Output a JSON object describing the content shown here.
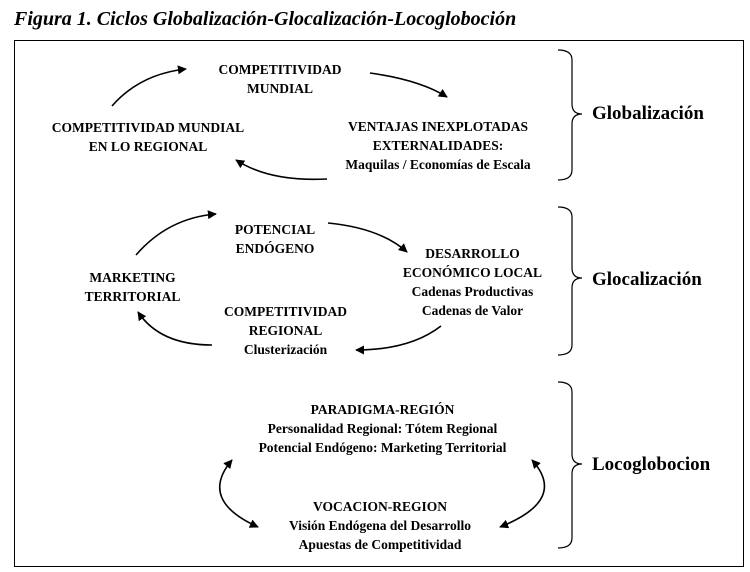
{
  "title": "Figura 1. Ciclos Globalización-Glocalización-Locogloboción",
  "sections": [
    {
      "label": "Globalización",
      "nodes": {
        "top": [
          "COMPETITIVIDAD",
          "MUNDIAL"
        ],
        "right": [
          "VENTAJAS INEXPLOTADAS",
          "EXTERNALIDADES:",
          "Maquilas / Economías de Escala"
        ],
        "left": [
          "COMPETITIVIDAD MUNDIAL",
          "EN LO REGIONAL"
        ]
      }
    },
    {
      "label": "Glocalización",
      "nodes": {
        "top": [
          "POTENCIAL",
          "ENDÓGENO"
        ],
        "right": [
          "DESARROLLO",
          "ECONÓMICO LOCAL",
          "Cadenas Productivas",
          "Cadenas de Valor"
        ],
        "bottom": [
          "COMPETITIVIDAD",
          "REGIONAL",
          "Clusterización"
        ],
        "left": [
          "MARKETING",
          "TERRITORIAL"
        ]
      }
    },
    {
      "label": "Locoglobocion",
      "nodes": {
        "top": [
          "PARADIGMA-REGIÓN",
          "Personalidad Regional: Tótem Regional",
          "Potencial Endógeno: Marketing Territorial"
        ],
        "bottom": [
          "VOCACION-REGION",
          "Visión Endógena del Desarrollo",
          "Apuestas de Competitividad"
        ]
      }
    }
  ]
}
